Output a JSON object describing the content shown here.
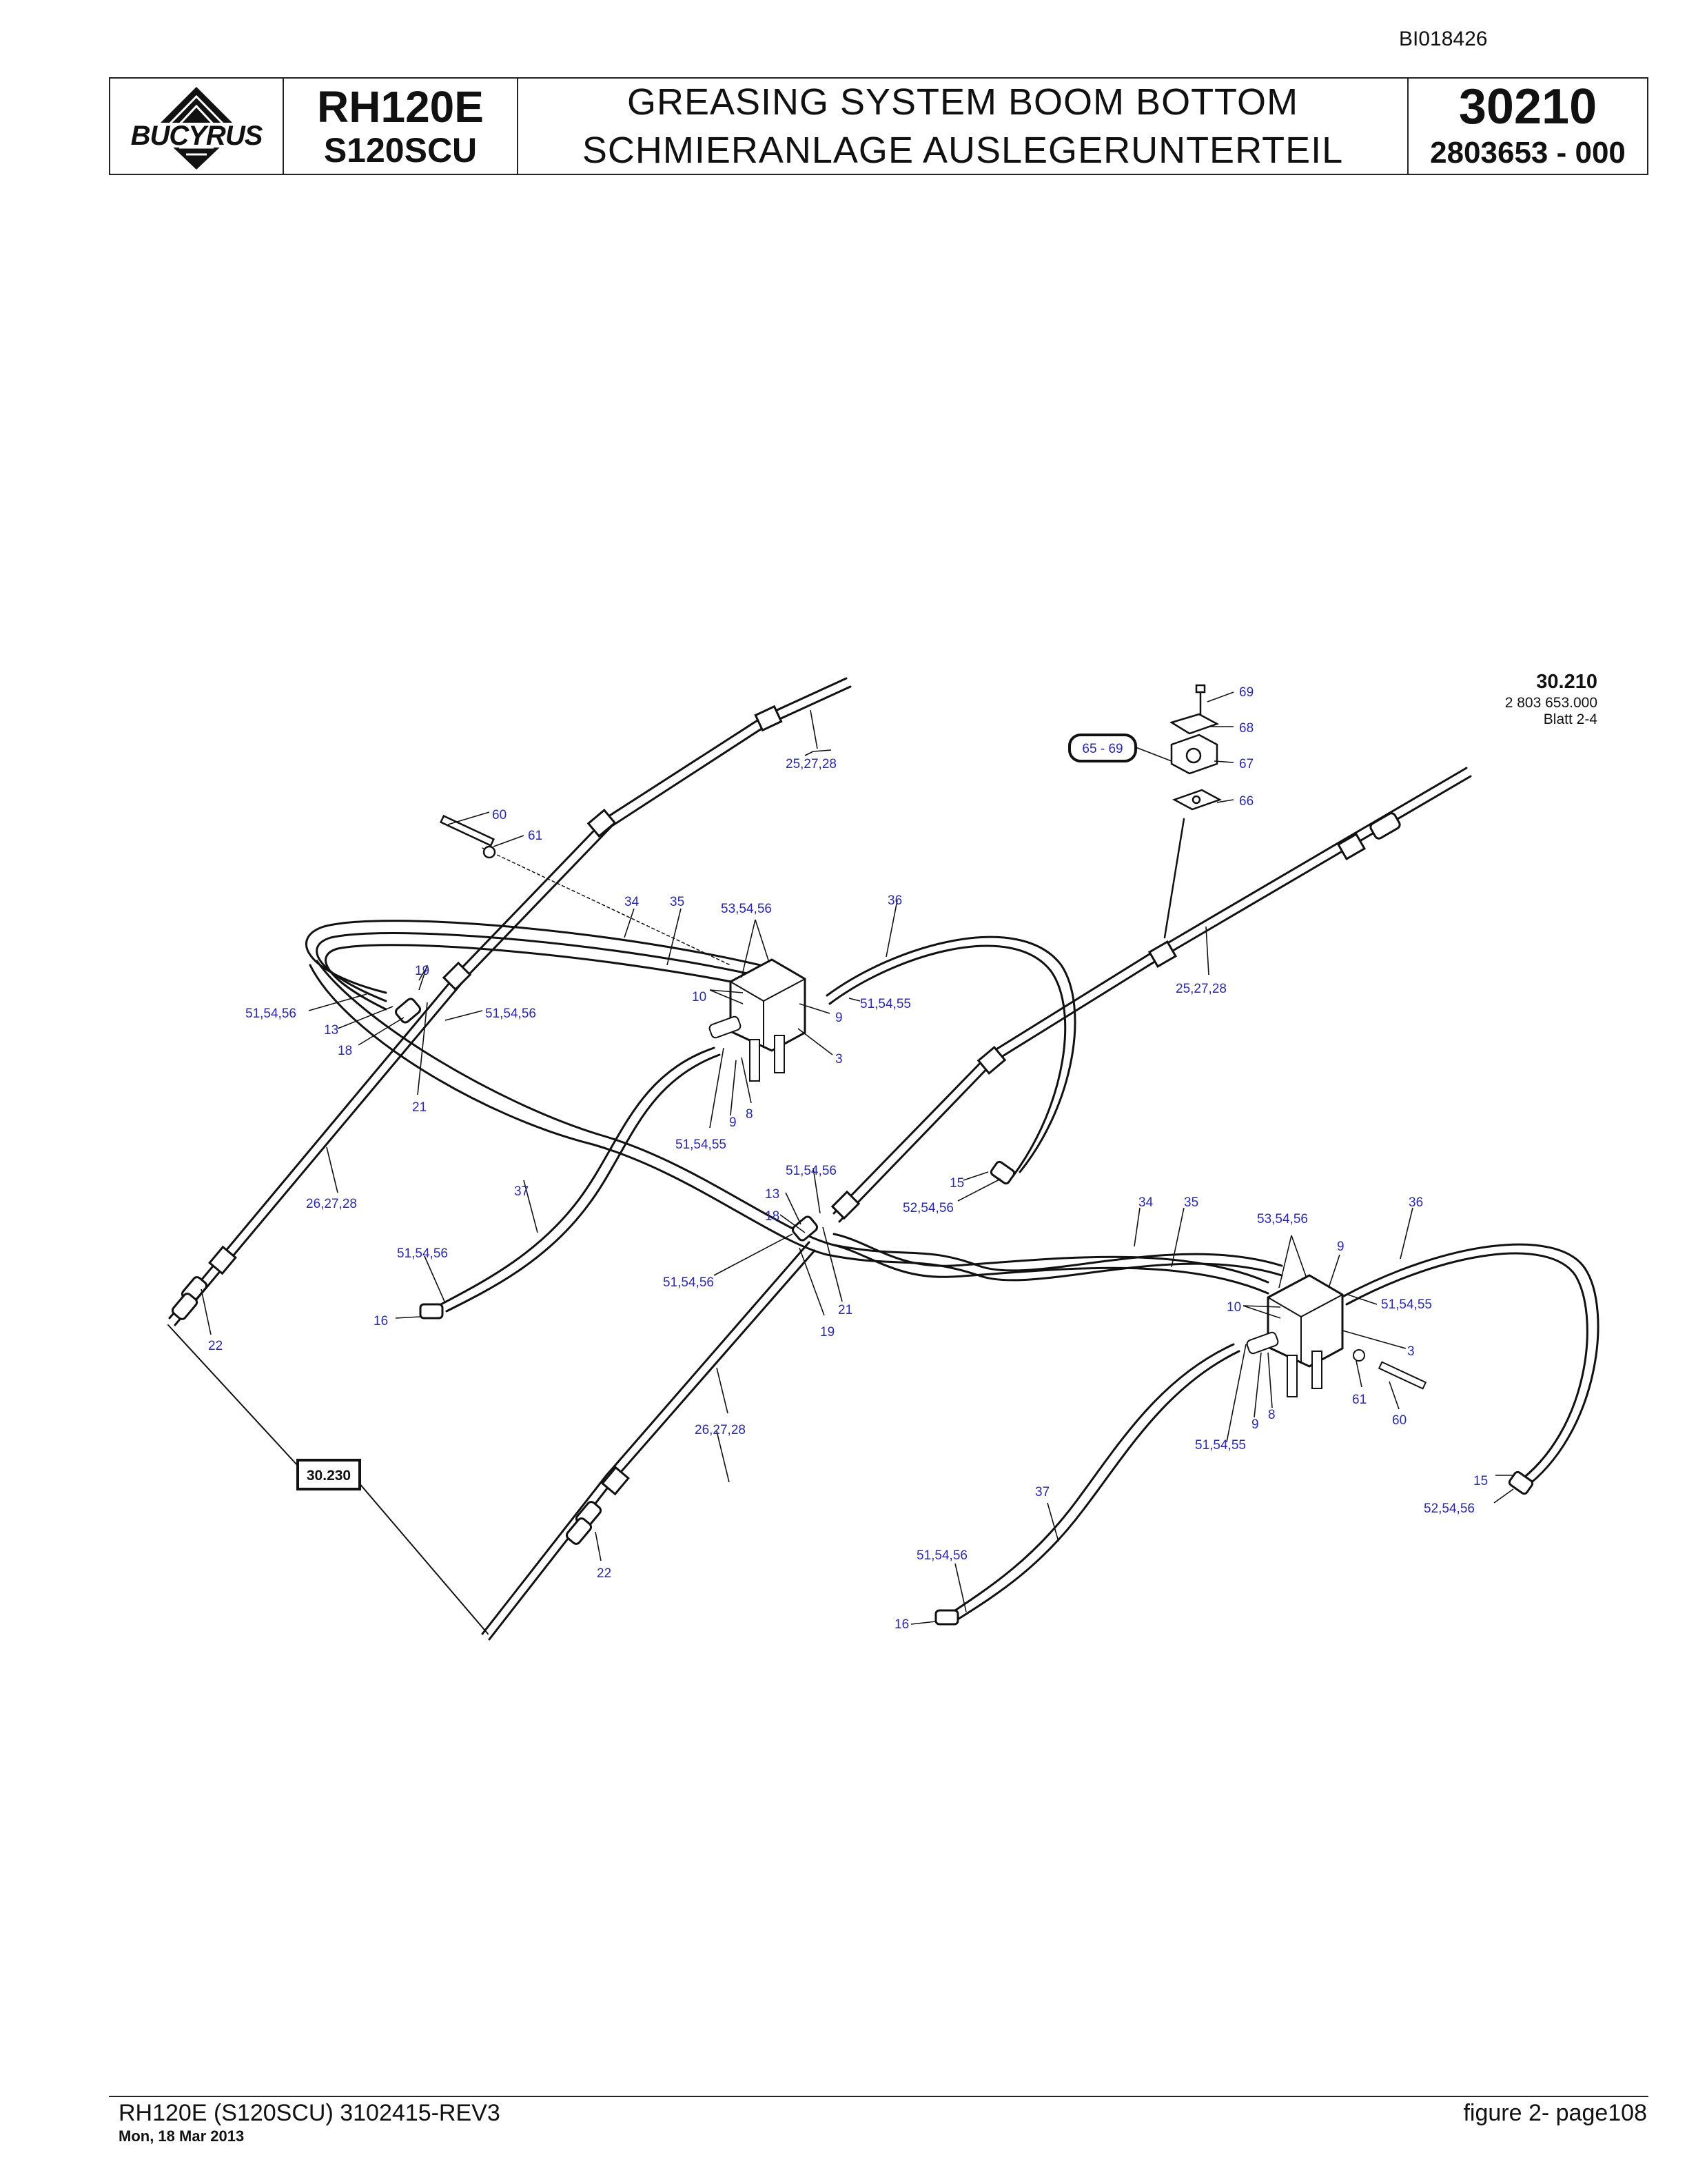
{
  "doc_id": "BI018426",
  "header": {
    "logo_text": "BUCYRUS",
    "model": "RH120E",
    "model_sub": "S120SCU",
    "title_en": "GREASING SYSTEM BOOM BOTTOM",
    "title_de": "SCHMIERANLAGE AUSLEGERUNTERTEIL",
    "group_number": "30210",
    "part_number": "2803653  - 000"
  },
  "reference_block": {
    "group": "30.210",
    "number": "2 803 653.000",
    "sheet": "Blatt 2-4"
  },
  "callouts": {
    "range_box": "65 - 69",
    "ref_box": "30.230"
  },
  "part_labels": [
    "69",
    "68",
    "67",
    "66",
    "60",
    "61",
    "25,27,28",
    "34",
    "35",
    "53,54,56",
    "36",
    "19",
    "10",
    "9",
    "51,54,56",
    "13",
    "18",
    "21",
    "51,54,56",
    "51,54,55",
    "3",
    "8",
    "9",
    "51,54,55",
    "25,27,28",
    "15",
    "52,54,56",
    "51,54,56",
    "13",
    "18",
    "37",
    "26,27,28",
    "51,54,56",
    "16",
    "22",
    "51,54,56",
    "21",
    "19",
    "34",
    "35",
    "53,54,56",
    "36",
    "9",
    "10",
    "51,54,55",
    "3",
    "61",
    "60",
    "8",
    "9",
    "51,54,55",
    "26,27,28",
    "15",
    "52,54,56",
    "37",
    "51,54,56",
    "22",
    "16"
  ],
  "footer": {
    "left": "RH120E (S120SCU) 3102415-REV3",
    "date": "Mon, 18 Mar 2013",
    "right": "figure  2- page108"
  }
}
